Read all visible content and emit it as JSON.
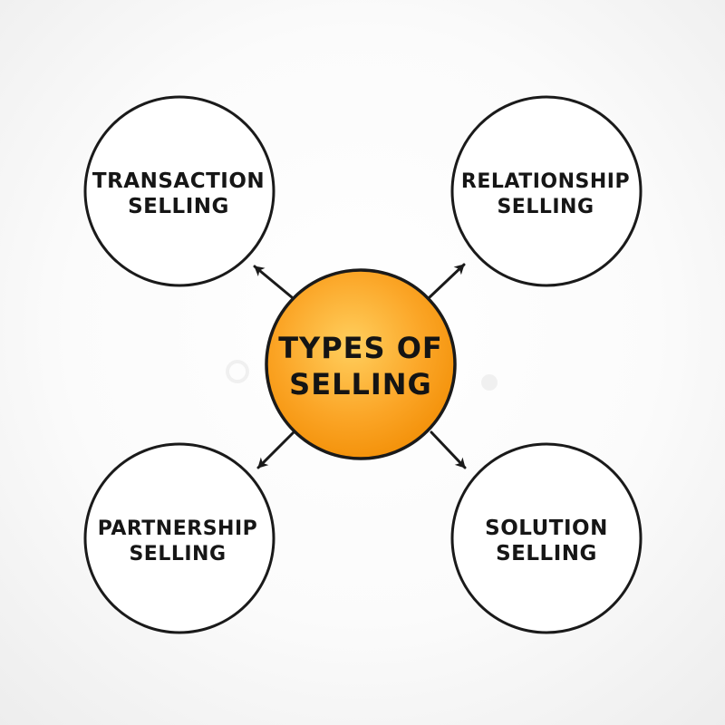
{
  "center": {
    "line1": "TYPES OF",
    "line2": "SELLING",
    "fill_color": "#f99a0c",
    "highlight_color": "#ffce5c"
  },
  "nodes": [
    {
      "line1": "TRANSACTION",
      "line2": "SELLING"
    },
    {
      "line1": "RELATIONSHIP",
      "line2": "SELLING"
    },
    {
      "line1": "PARTNERSHIP",
      "line2": "SELLING"
    },
    {
      "line1": "SOLUTION",
      "line2": "SELLING"
    }
  ],
  "colors": {
    "stroke": "#1a1a1a",
    "node_fill": "#ffffff"
  }
}
